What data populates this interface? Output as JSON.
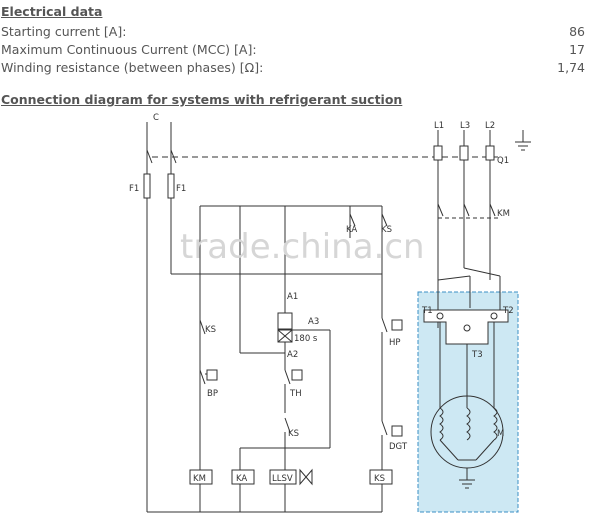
{
  "electrical": {
    "title": "Electrical data",
    "rows": [
      {
        "label": "Starting current [A]:",
        "value": "86"
      },
      {
        "label": "Maximum Continuous Current (MCC) [A]:",
        "value": "17"
      },
      {
        "label": "Winding resistance (between phases) [Ω]:",
        "value": "1,74"
      }
    ]
  },
  "diagram": {
    "title": "Connection diagram for systems with refrigerant suction",
    "labels": {
      "c": "C",
      "f1a": "F1",
      "f1b": "F1",
      "ka_top": "KA",
      "ks_top": "KS",
      "a1": "A1",
      "a2": "A2",
      "a3": "A3",
      "timer": "180 s",
      "ks_left": "KS",
      "bp": "BP",
      "th": "TH",
      "ks_mid": "KS",
      "hp": "HP",
      "dgt": "DGT",
      "km_box": "KM",
      "ka_box": "KA",
      "llsv_box": "LLSV",
      "ks_box": "KS",
      "l1": "L1",
      "l3": "L3",
      "l2": "L2",
      "q1": "Q1",
      "km_right": "KM",
      "t1": "T1",
      "t2": "T2",
      "t3": "T3",
      "m": "M"
    },
    "colors": {
      "motor_area": "#cde8f3",
      "motor_border": "#3b8fc4",
      "line": "#333333"
    }
  },
  "watermark": "trade.china.cn"
}
